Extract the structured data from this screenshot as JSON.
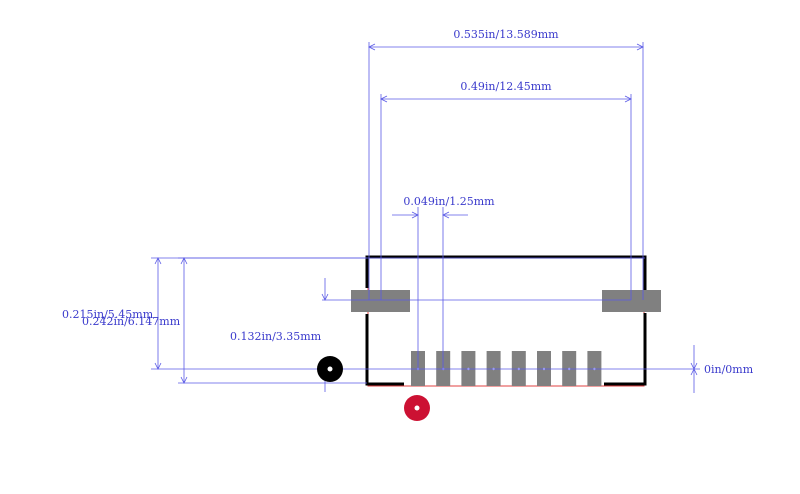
{
  "colors": {
    "dimension": "#5a5ae6",
    "outline": "#000000",
    "keepout": "#e04040",
    "pad": "#808080",
    "origin_marker": "#000000",
    "pin1_marker": "#cc1133",
    "background": "#ffffff"
  },
  "dimensions": {
    "overall_width": "0.535in/13.589mm",
    "inner_width": "0.49in/12.45mm",
    "pitch": "0.049in/1.25mm",
    "height_a": "0.215in/5.45mm",
    "height_b": "0.242in/6.147mm",
    "offset": "0.132in/3.35mm",
    "origin": "0in/0mm"
  },
  "footprint": {
    "signal_pad_count": 8,
    "mounting_pad_count": 2
  }
}
